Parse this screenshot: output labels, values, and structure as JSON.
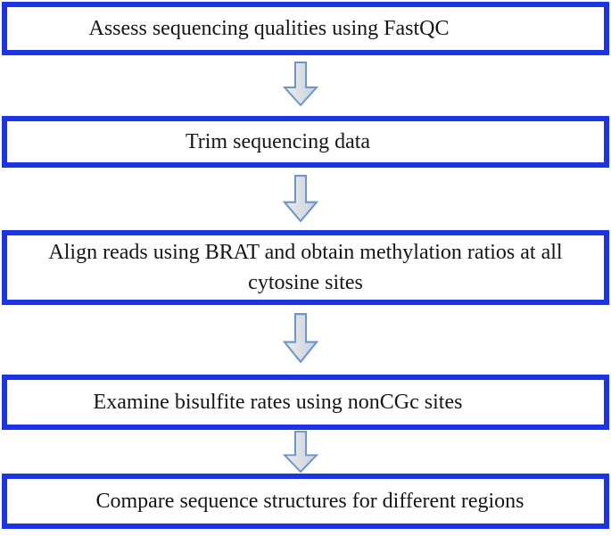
{
  "diagram": {
    "type": "flowchart",
    "direction": "top-down",
    "steps": [
      {
        "id": 1,
        "label": "Assess sequencing qualities using FastQC"
      },
      {
        "id": 2,
        "label": "Trim sequencing data"
      },
      {
        "id": 3,
        "label": "Align reads using BRAT and obtain methylation ratios at all cytosine sites"
      },
      {
        "id": 4,
        "label": "Examine bisulfite rates using nonCGc sites"
      },
      {
        "id": 5,
        "label": "Compare sequence structures for different regions"
      }
    ],
    "connectors": [
      {
        "from": 1,
        "to": 2,
        "type": "block-down-arrow"
      },
      {
        "from": 2,
        "to": 3,
        "type": "block-down-arrow"
      },
      {
        "from": 3,
        "to": 4,
        "type": "block-down-arrow"
      },
      {
        "from": 4,
        "to": 5,
        "type": "block-down-arrow"
      }
    ],
    "colors": {
      "box_border": "#1c35e4",
      "box_fill": "#ffffff",
      "text": "#161616",
      "arrow_outline": "#6d96cc",
      "arrow_fill_light": "#eceeef",
      "arrow_fill_dark": "#c3d2e6",
      "background": "#ffffff"
    }
  }
}
